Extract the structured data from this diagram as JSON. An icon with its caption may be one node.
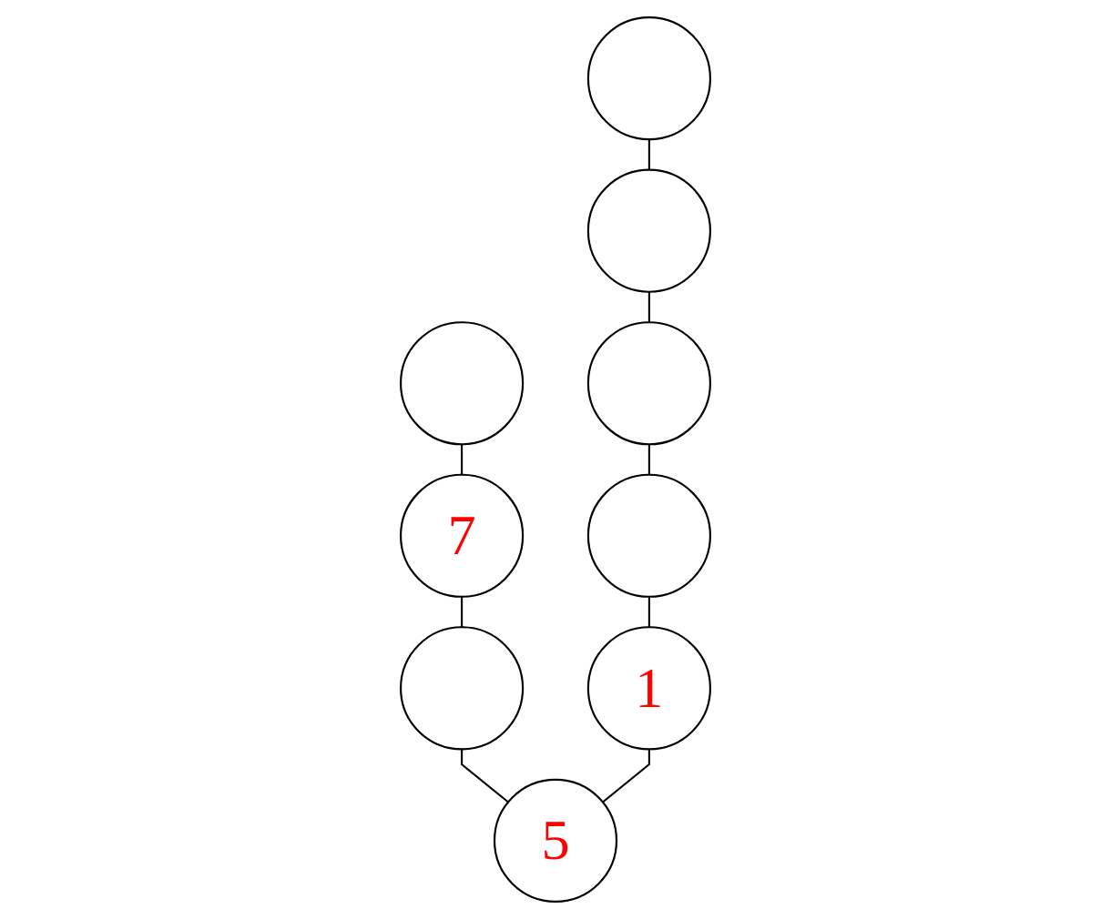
{
  "diagram": {
    "nodes": [
      {
        "text": [],
        "shape": "circle"
      },
      {
        "text": [],
        "shape": "circle"
      },
      {
        "text": [],
        "shape": "circle"
      },
      {
        "text": [],
        "shape": "circle"
      },
      {
        "text": [
          "7"
        ]
      },
      {
        "text": [],
        "shape": "circle"
      },
      {
        "text": [],
        "shape": "circle"
      },
      {
        "text": [
          "1"
        ]
      },
      {
        "text": [
          "5"
        ]
      }
    ],
    "edges": [
      {
        "from": 0,
        "to": 1,
        "arrow": "none"
      },
      {
        "from": 1,
        "to": 3,
        "arrow": "none"
      },
      {
        "from": 2,
        "to": 4,
        "arrow": "none"
      },
      {
        "from": 3,
        "to": 5,
        "arrow": "none"
      },
      {
        "from": 4,
        "to": 6,
        "arrow": "none"
      },
      {
        "from": 5,
        "to": 7,
        "arrow": "none"
      },
      {
        "from": 6,
        "to": 8,
        "arrow": "none"
      },
      {
        "from": 7,
        "to": 8,
        "arrow": "none"
      }
    ]
  }
}
